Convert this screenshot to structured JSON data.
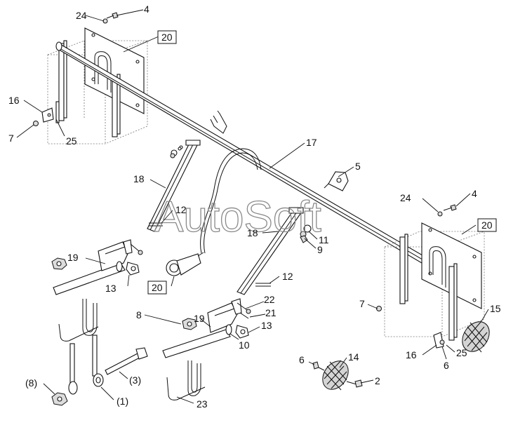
{
  "watermark": "AutoSoft",
  "callouts": {
    "c24a": "24",
    "c4a": "4",
    "c20a": "20",
    "c16a": "16",
    "c7a": "7",
    "c25a": "25",
    "c17": "17",
    "c5": "5",
    "c18a": "18",
    "c12a": "12",
    "c19a": "19",
    "c13a": "13",
    "c20b": "20",
    "c18b": "18",
    "c9": "9",
    "c11": "11",
    "c12b": "12",
    "c24b": "24",
    "c4b": "4",
    "c20c": "20",
    "c7b": "7",
    "c15": "15",
    "c16b": "16",
    "c6a": "6",
    "c25b": "25",
    "c22": "22",
    "c21": "21",
    "c13b": "13",
    "c10": "10",
    "c8": "8",
    "c19b": "19",
    "c6b": "6",
    "c14": "14",
    "c2": "2",
    "c8p": "(8)",
    "c1p": "(1)",
    "c3p": "(3)",
    "c23": "23"
  }
}
